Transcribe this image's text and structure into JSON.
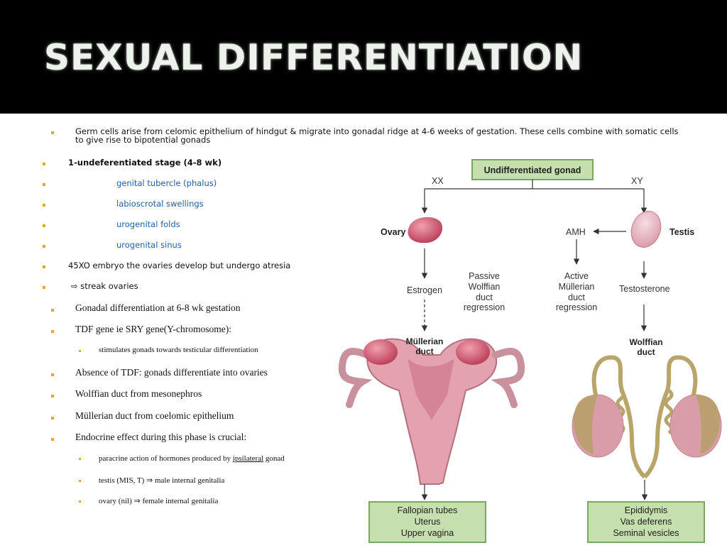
{
  "slide": {
    "title": "SEXUAL DIFFERENTIATION",
    "intro": "Germ cells arise from celomic epithelium of hindgut & migrate into gonadal ridge at 4-6  weeks of gestation. These cells combine with somatic cells to give rise to bipotential gonads",
    "bullets": {
      "stage1": "1-undeferentiated stage (4-8 wk)",
      "tubercle": "genital tubercle (phalus)",
      "swellings": "labioscrotal swellings",
      "folds": "urogenital folds",
      "sinus": "urogenital sinus",
      "xo": "45XO embryo the ovaries develop but undergo atresia",
      "streak": "⇨ streak ovaries",
      "gonadal_diff": "Gonadal differentiation at 6-8 wk gestation",
      "tdf": "TDF gene ie SRY gene(Y-chromosome):",
      "tdf_sub": "stimulates gonads towards testicular differentiation",
      "absence": "Absence of TDF: gonads differentiate into ovaries",
      "wolffian": "Wolffian duct from mesonephros",
      "mullerian": "Müllerian duct from coelomic epithelium",
      "endocrine": "Endocrine effect during this phase is crucial:",
      "paracrine_a": "paracrine action of hormones produced by ",
      "paracrine_b": "ipsilateral",
      "paracrine_c": " gonad",
      "testis_line": "testis (MIS, T) ⇒ male internal genitalia",
      "ovary_line": "ovary (nil) ⇒ female internal genitalia"
    }
  },
  "figure": {
    "top_box": "Undifferentiated gonad",
    "xx": "XX",
    "xy": "XY",
    "ovary": "Ovary",
    "testis": "Testis",
    "amh": "AMH",
    "estrogen": "Estrogen",
    "testosterone": "Testosterone",
    "passive_1": "Passive",
    "passive_2": "Wolffian",
    "passive_3": "duct",
    "passive_4": "regression",
    "active_1": "Active",
    "active_2": "Müllerian",
    "active_3": "duct",
    "active_4": "regression",
    "mullerian_1": "Müllerian",
    "mullerian_2": "duct",
    "wolffian_1": "Wolffian",
    "wolffian_2": "duct",
    "female_1": "Fallopian tubes",
    "female_2": "Uterus",
    "female_3": "Upper vagina",
    "male_1": "Epididymis",
    "male_2": "Vas deferens",
    "male_3": "Seminal vesicles"
  },
  "colors": {
    "bullet": "#e8a90e",
    "link_text": "#1f5fa8",
    "box_fill": "#c5dfae",
    "box_border": "#7aa761",
    "gonad": "#d96478"
  }
}
